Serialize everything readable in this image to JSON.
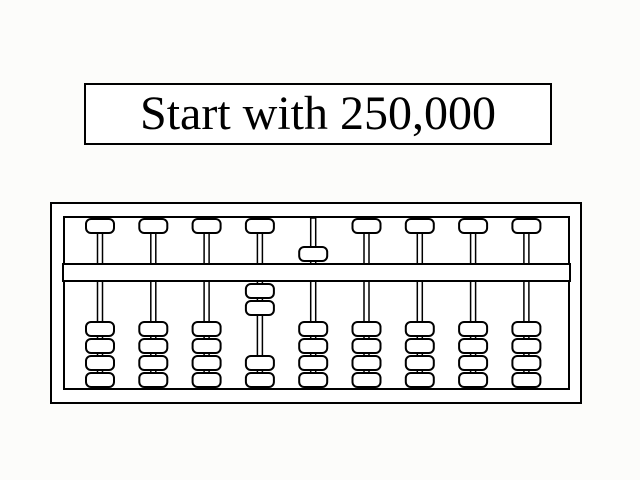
{
  "title": "Start with 250,000",
  "abacus": {
    "type": "soroban",
    "rods": 9,
    "upper_beads_per_rod": 1,
    "lower_beads_per_rod": 4,
    "digits": [
      0,
      0,
      0,
      2,
      5,
      0,
      0,
      0,
      0
    ],
    "colors": {
      "stroke": "#000000",
      "bead_fill": "#ffffff",
      "background": "#fcfcfa"
    }
  }
}
